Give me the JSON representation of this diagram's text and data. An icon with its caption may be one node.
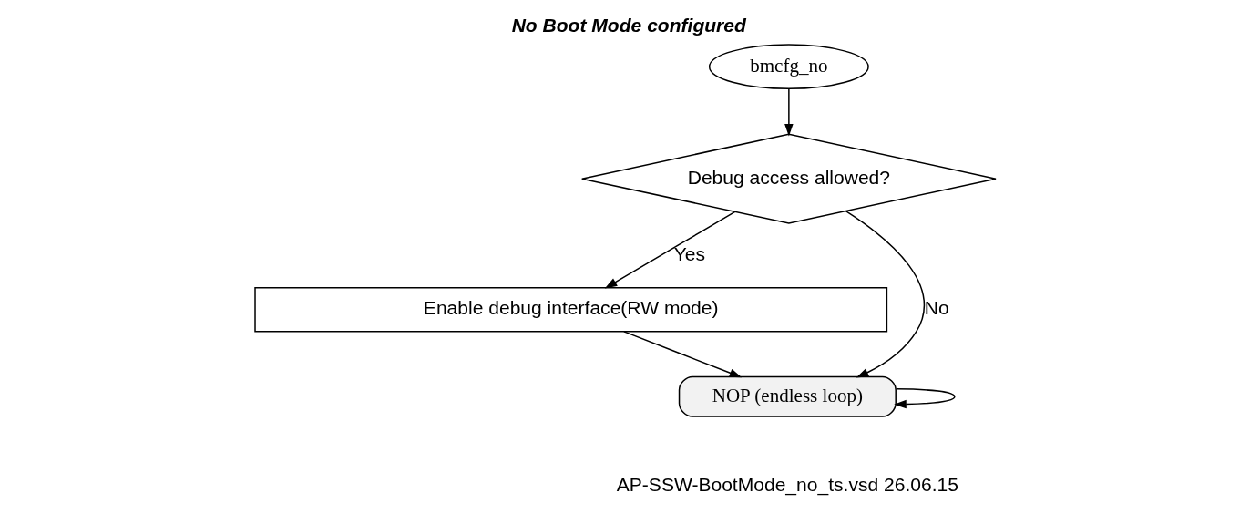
{
  "diagram": {
    "title": "No Boot Mode configured",
    "nodes": [
      {
        "text": [
          "bmcfg_no"
        ]
      },
      {
        "text": [
          "Debug access allowed?"
        ]
      },
      {
        "text": [
          "Enable debug interface(RW mode)"
        ]
      },
      {
        "text": [
          "NOP (endless loop)"
        ]
      }
    ],
    "edges": [
      {
        "from": 0,
        "to": 1,
        "arrow": "to"
      },
      {
        "from": 1,
        "to": 3,
        "arrow": "to",
        "label": "No"
      },
      {
        "from": 1,
        "to": 2,
        "arrow": "to",
        "label": "Yes"
      },
      {
        "from": 2,
        "to": 3,
        "arrow": "to"
      },
      {
        "from": 3,
        "to": 3,
        "arrow": "to"
      }
    ],
    "labels": [
      "AP-SSW-BootMode_no_ts.vsd 26.06.15"
    ]
  }
}
